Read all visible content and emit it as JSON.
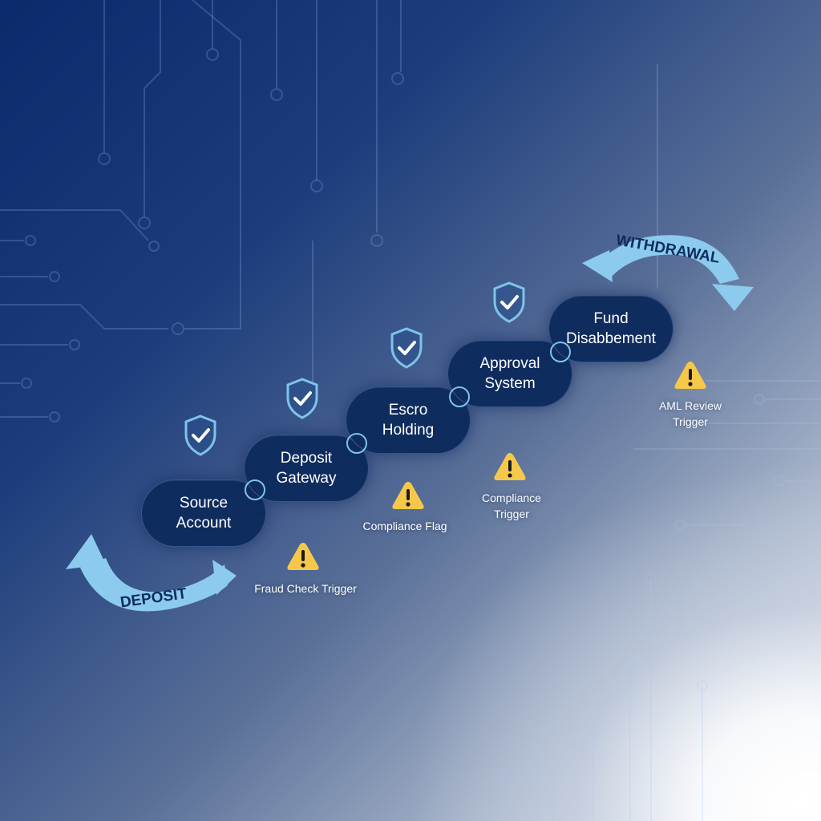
{
  "colors": {
    "node_fill": "#0f2c5e",
    "arrow": "#8ccbee",
    "shield": "#7fc3ea",
    "warning": "#f5c84a",
    "background_top": "#0b2a6b",
    "background_bottom": "#e9edf4"
  },
  "flow": {
    "deposit_label": "DEPOSIT",
    "withdrawal_label": "WITHDRAWAL"
  },
  "steps": [
    {
      "label": "Source\nAccount",
      "icon": "shield-check-icon"
    },
    {
      "label": "Deposit\nGateway",
      "icon": "shield-check-icon"
    },
    {
      "label": "Escro\nHolding",
      "icon": "shield-check-icon"
    },
    {
      "label": "Approval\nSystem",
      "icon": "shield-check-icon"
    },
    {
      "label": "Fund\nDisabbement",
      "icon": ""
    }
  ],
  "alerts": [
    {
      "label": "Fraud Check Trigger",
      "icon": "warning-icon"
    },
    {
      "label": "Compliance Flag",
      "icon": "warning-icon"
    },
    {
      "label": "Compliance\nTrigger",
      "icon": "warning-icon"
    },
    {
      "label": "AML Review\nTrigger",
      "icon": "warning-icon"
    }
  ]
}
